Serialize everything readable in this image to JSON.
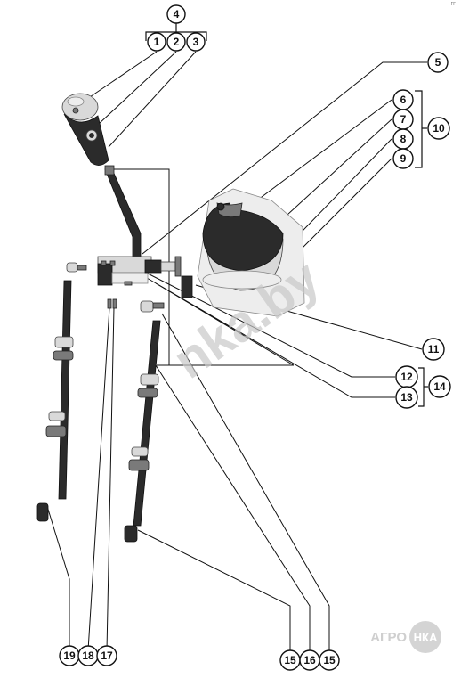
{
  "callouts": {
    "c1": "1",
    "c2": "2",
    "c3": "3",
    "c4": "4",
    "c5": "5",
    "c6": "6",
    "c7": "7",
    "c8": "8",
    "c9": "9",
    "c10": "10",
    "c11": "11",
    "c12": "12",
    "c13": "13",
    "c14": "14",
    "c15a": "15",
    "c16": "16",
    "c15b": "15",
    "c17": "17",
    "c18": "18",
    "c19": "19"
  },
  "watermark": {
    "text": "nka.by"
  },
  "logo": {
    "left": "АГРО",
    "right": "НКА"
  },
  "corner_mark": "ГГ"
}
